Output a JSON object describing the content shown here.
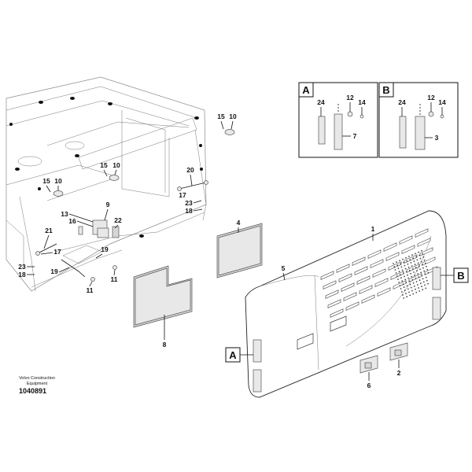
{
  "diagram": {
    "brand_line1": "Volvo Construction",
    "brand_line2": "Equipment",
    "document_number": "1040891",
    "detail_views": [
      "A",
      "B"
    ],
    "callout_labels": {
      "p1": "1",
      "p2": "2",
      "p3": "3",
      "p4": "4",
      "p5": "5",
      "p6": "6",
      "p7": "7",
      "p8": "8",
      "p9": "9",
      "p10a": "10",
      "p10b": "10",
      "p11a": "11",
      "p11b": "11",
      "p12a": "12",
      "p12b": "12",
      "p13": "13",
      "p14a": "14",
      "p14b": "14",
      "p15a": "15",
      "p15b": "15",
      "p15c": "15",
      "p16": "16",
      "p17a": "17",
      "p17b": "17",
      "p18a": "18",
      "p18b": "18",
      "p19a": "19",
      "p19b": "19",
      "p20": "20",
      "p21": "21",
      "p22": "22",
      "p23a": "23",
      "p23b": "23",
      "p24a": "24",
      "p24b": "24"
    }
  }
}
